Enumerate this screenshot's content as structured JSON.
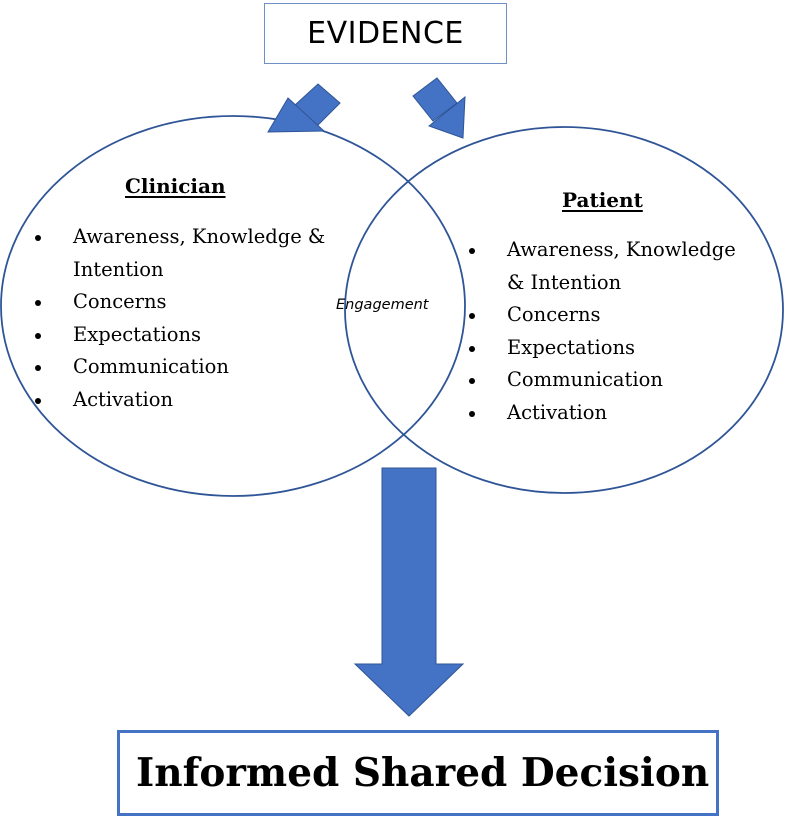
{
  "evidence": {
    "label": "EVIDENCE"
  },
  "clinician": {
    "heading": "Clinician",
    "items": [
      "Awareness, Knowledge &",
      "Intention",
      "Concerns",
      "Expectations",
      "Communication",
      "Activation"
    ]
  },
  "patient": {
    "heading": "Patient",
    "items": [
      "Awareness, Knowledge",
      "& Intention",
      "Concerns",
      "Expectations",
      "Communication",
      "Activation"
    ]
  },
  "overlap": {
    "label": "Engagement"
  },
  "outcome": {
    "label": "Informed Shared Decision"
  },
  "colors": {
    "arrow_fill": "#4472c4",
    "circle_stroke": "#2f5597",
    "evidence_border": "#6f8fc7",
    "decision_border": "#4472c4",
    "text": "#000000"
  }
}
